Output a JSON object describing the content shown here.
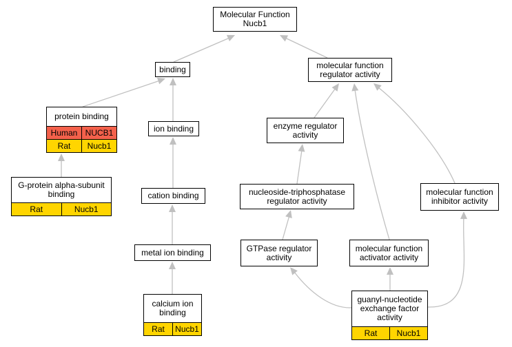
{
  "colors": {
    "edge": "#c0c0c0",
    "human_row": "#f4614b",
    "rat_row": "#ffd500",
    "node_border": "#000000"
  },
  "nodes": {
    "root": {
      "label": "Molecular Function\nNucb1"
    },
    "binding": {
      "label": "binding"
    },
    "mf_regulator": {
      "label": "molecular function\nregulator activity"
    },
    "protein_binding": {
      "label": "protein binding",
      "rows": [
        {
          "species": "Human",
          "gene": "NUCB1"
        },
        {
          "species": "Rat",
          "gene": "Nucb1"
        }
      ]
    },
    "ion_binding": {
      "label": "ion binding"
    },
    "enzyme_regulator": {
      "label": "enzyme regulator\nactivity"
    },
    "gprotein_binding": {
      "label": "G-protein alpha-subunit\nbinding",
      "rows": [
        {
          "species": "Rat",
          "gene": "Nucb1"
        }
      ]
    },
    "cation_binding": {
      "label": "cation binding"
    },
    "ntpase_regulator": {
      "label": "nucleoside-triphosphatase\nregulator activity"
    },
    "mf_inhibitor": {
      "label": "molecular function\ninhibitor activity"
    },
    "metal_ion_binding": {
      "label": "metal ion binding"
    },
    "gtpase_regulator": {
      "label": "GTPase regulator\nactivity"
    },
    "mf_activator": {
      "label": "molecular function\nactivator activity"
    },
    "calcium_ion_binding": {
      "label": "calcium ion\nbinding",
      "rows": [
        {
          "species": "Rat",
          "gene": "Nucb1"
        }
      ]
    },
    "gnef": {
      "label": "guanyl-nucleotide\nexchange factor\nactivity",
      "rows": [
        {
          "species": "Rat",
          "gene": "Nucb1"
        }
      ]
    }
  },
  "edges": [
    [
      "binding",
      "root"
    ],
    [
      "mf_regulator",
      "root"
    ],
    [
      "protein_binding",
      "binding"
    ],
    [
      "ion_binding",
      "binding"
    ],
    [
      "enzyme_regulator",
      "mf_regulator"
    ],
    [
      "mf_activator",
      "mf_regulator"
    ],
    [
      "mf_inhibitor",
      "mf_regulator"
    ],
    [
      "gprotein_binding",
      "protein_binding"
    ],
    [
      "cation_binding",
      "ion_binding"
    ],
    [
      "ntpase_regulator",
      "enzyme_regulator"
    ],
    [
      "metal_ion_binding",
      "cation_binding"
    ],
    [
      "gtpase_regulator",
      "ntpase_regulator"
    ],
    [
      "calcium_ion_binding",
      "metal_ion_binding"
    ],
    [
      "gnef",
      "gtpase_regulator"
    ],
    [
      "gnef",
      "mf_activator"
    ],
    [
      "gnef",
      "mf_inhibitor"
    ]
  ]
}
